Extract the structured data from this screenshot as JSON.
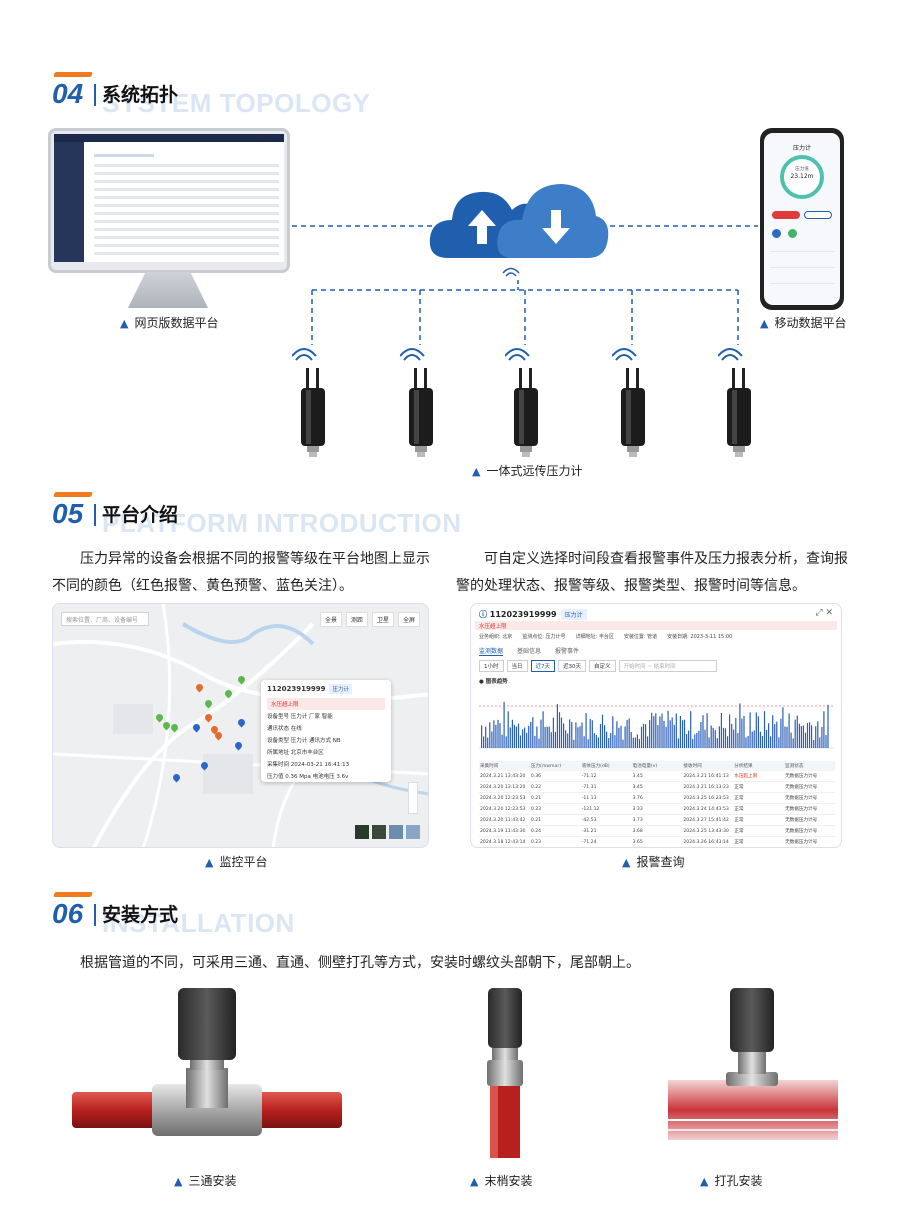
{
  "sections": {
    "s04": {
      "num": "04",
      "cn": "系统拓扑",
      "en": "SYSTEM TOPOLOGY"
    },
    "s05": {
      "num": "05",
      "cn": "平台介绍",
      "en": "PLATFORM INTRODUCTION"
    },
    "s06": {
      "num": "06",
      "cn": "安装方式",
      "en": "INSTALLATION"
    }
  },
  "topology": {
    "web_caption": "网页版数据平台",
    "mobile_caption": "移动数据平台",
    "sensor_caption": "一体式远传压力计",
    "phone": {
      "title": "压力计",
      "gauge_label": "压力值",
      "gauge_value": "23.12m"
    }
  },
  "platform": {
    "left_text": "压力异常的设备会根据不同的报警等级在平台地图上显示不同的颜色（红色报警、黄色预警、蓝色关注）。",
    "right_text": "可自定义选择时间段查看报警事件及压力报表分析，查询报警的处理状态、报警等级、报警类型、报警时间等信息。",
    "map": {
      "search_placeholder": "搜索位置、厂商、设备编号",
      "tools": [
        "全景",
        "测距",
        "卫星",
        "全屏"
      ],
      "popup": {
        "id": "112023919999",
        "tag": "压力计",
        "alarm": "水压超上限",
        "rows": [
          "设备型号   压力计         厂家   智能",
          "通讯状态   在线",
          "设备类型   压力计         通讯方式   NB",
          "所属地址   北京市丰台区",
          "采集时间   2024-03-21 16:41:13",
          "压力值   0.36 Mpa     电池电压 3.6v"
        ]
      },
      "caption": "监控平台"
    },
    "report": {
      "id": "112023919999",
      "tag": "压力计",
      "alarm": "水压超上限",
      "info": [
        "业务组织: 北京",
        "监测点位: 压力计号",
        "详细地址: 丰台区",
        "安装位置: 管道",
        "安装日期: 2023-3-11 15:00"
      ],
      "tabs": [
        "监测数据",
        "基础信息",
        "报警事件"
      ],
      "ranges": [
        "1小时",
        "当日",
        "近7天",
        "近30天",
        "自定义"
      ],
      "range_placeholder": "开始时间  ~  结束时间",
      "chart_title": "● 图表趋势",
      "table_headers": [
        "采集时间",
        "压力(mwmar)",
        "液体压力(dB)",
        "电池电量(v)",
        "接收时间",
        "分析结果",
        "监测状态"
      ],
      "table_rows": [
        [
          "2024.3.21 13:43:20",
          "0.36",
          "-71.12",
          "3.45",
          "2024.3.21 16:41:13",
          "水压超上限",
          "无数据压力计号"
        ],
        [
          "2024.3.20 13:13:20",
          "0.22",
          "-71.31",
          "3.45",
          "2024.3.21 16:13:23",
          "正常",
          "无数据压力计号"
        ],
        [
          "2024.3.20 12:23:53",
          "0.21",
          "-11.13",
          "3.76",
          "2024.3.25 16:23:53",
          "正常",
          "无数据压力计号"
        ],
        [
          "2024.3.20 12:23:53",
          "0.23",
          "-121.12",
          "3.33",
          "2024.3.24 14:43:53",
          "正常",
          "无数据压力计号"
        ],
        [
          "2024.3.20 11:43:42",
          "0.21",
          "-42.53",
          "3.73",
          "2024.3.27 15:41:42",
          "正常",
          "无数据压力计号"
        ],
        [
          "2024.3.19 11:43:30",
          "0.24",
          "-31.21",
          "3.68",
          "2024.3.25 13:43:30",
          "正常",
          "无数据压力计号"
        ],
        [
          "2024.3.18 12:43:14",
          "0.23",
          "-71.24",
          "3.65",
          "2024.3.26 16:43:14",
          "正常",
          "无数据压力计号"
        ]
      ],
      "caption": "报警查询"
    }
  },
  "installation": {
    "text": "根据管道的不同，可采用三通、直通、侧壁打孔等方式，安装时螺纹头部朝下，尾部朝上。",
    "captions": [
      "三通安装",
      "末梢安装",
      "打孔安装"
    ]
  },
  "colors": {
    "brand_blue": "#1f5fae",
    "accent_orange": "#f07a1e",
    "pipe_red": "#c0282a"
  }
}
